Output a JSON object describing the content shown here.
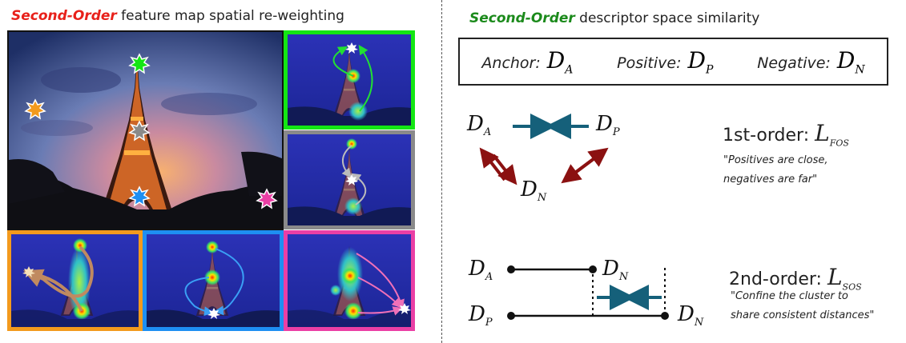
{
  "left": {
    "title_em": "Second-Order",
    "title_rest": " feature map spatial re-weighting",
    "colors": {
      "red": "#e8201a",
      "green": "#14e614",
      "gray": "#8a8a8a",
      "orange": "#f39a1d",
      "blue": "#1e8ff2",
      "pink": "#ea3fa5"
    }
  },
  "right": {
    "title_em": "Second-Order",
    "title_rest": " descriptor space similarity",
    "title_color": "#1b8a1b",
    "box": {
      "anchor_label": "Anchor:",
      "anchor_sym": "D",
      "anchor_sub": "A",
      "positive_label": "Positive:",
      "positive_sym": "D",
      "positive_sub": "P",
      "negative_label": "Negative:",
      "negative_sym": "D",
      "negative_sub": "N"
    },
    "first": {
      "heading": "1st-order: ",
      "loss_sym": "L",
      "loss_sub": "FOS",
      "quote_line1": "\"Positives are close,",
      "quote_line2": "negatives are far\"",
      "nodes": {
        "a": "D",
        "a_sub": "A",
        "p": "D",
        "p_sub": "P",
        "n": "D",
        "n_sub": "N"
      }
    },
    "second": {
      "heading": "2nd-order: ",
      "loss_sym": "L",
      "loss_sub": "SOS",
      "quote_line1": "\"Confine the cluster to",
      "quote_line2": "share consistent distances\"",
      "nodes": {
        "a": "D",
        "a_sub": "A",
        "n1": "D",
        "n1_sub": "N",
        "p": "D",
        "p_sub": "P",
        "n2": "D",
        "n2_sub": "N"
      }
    },
    "colors": {
      "teal": "#15607a",
      "darkred": "#8b1111"
    }
  }
}
